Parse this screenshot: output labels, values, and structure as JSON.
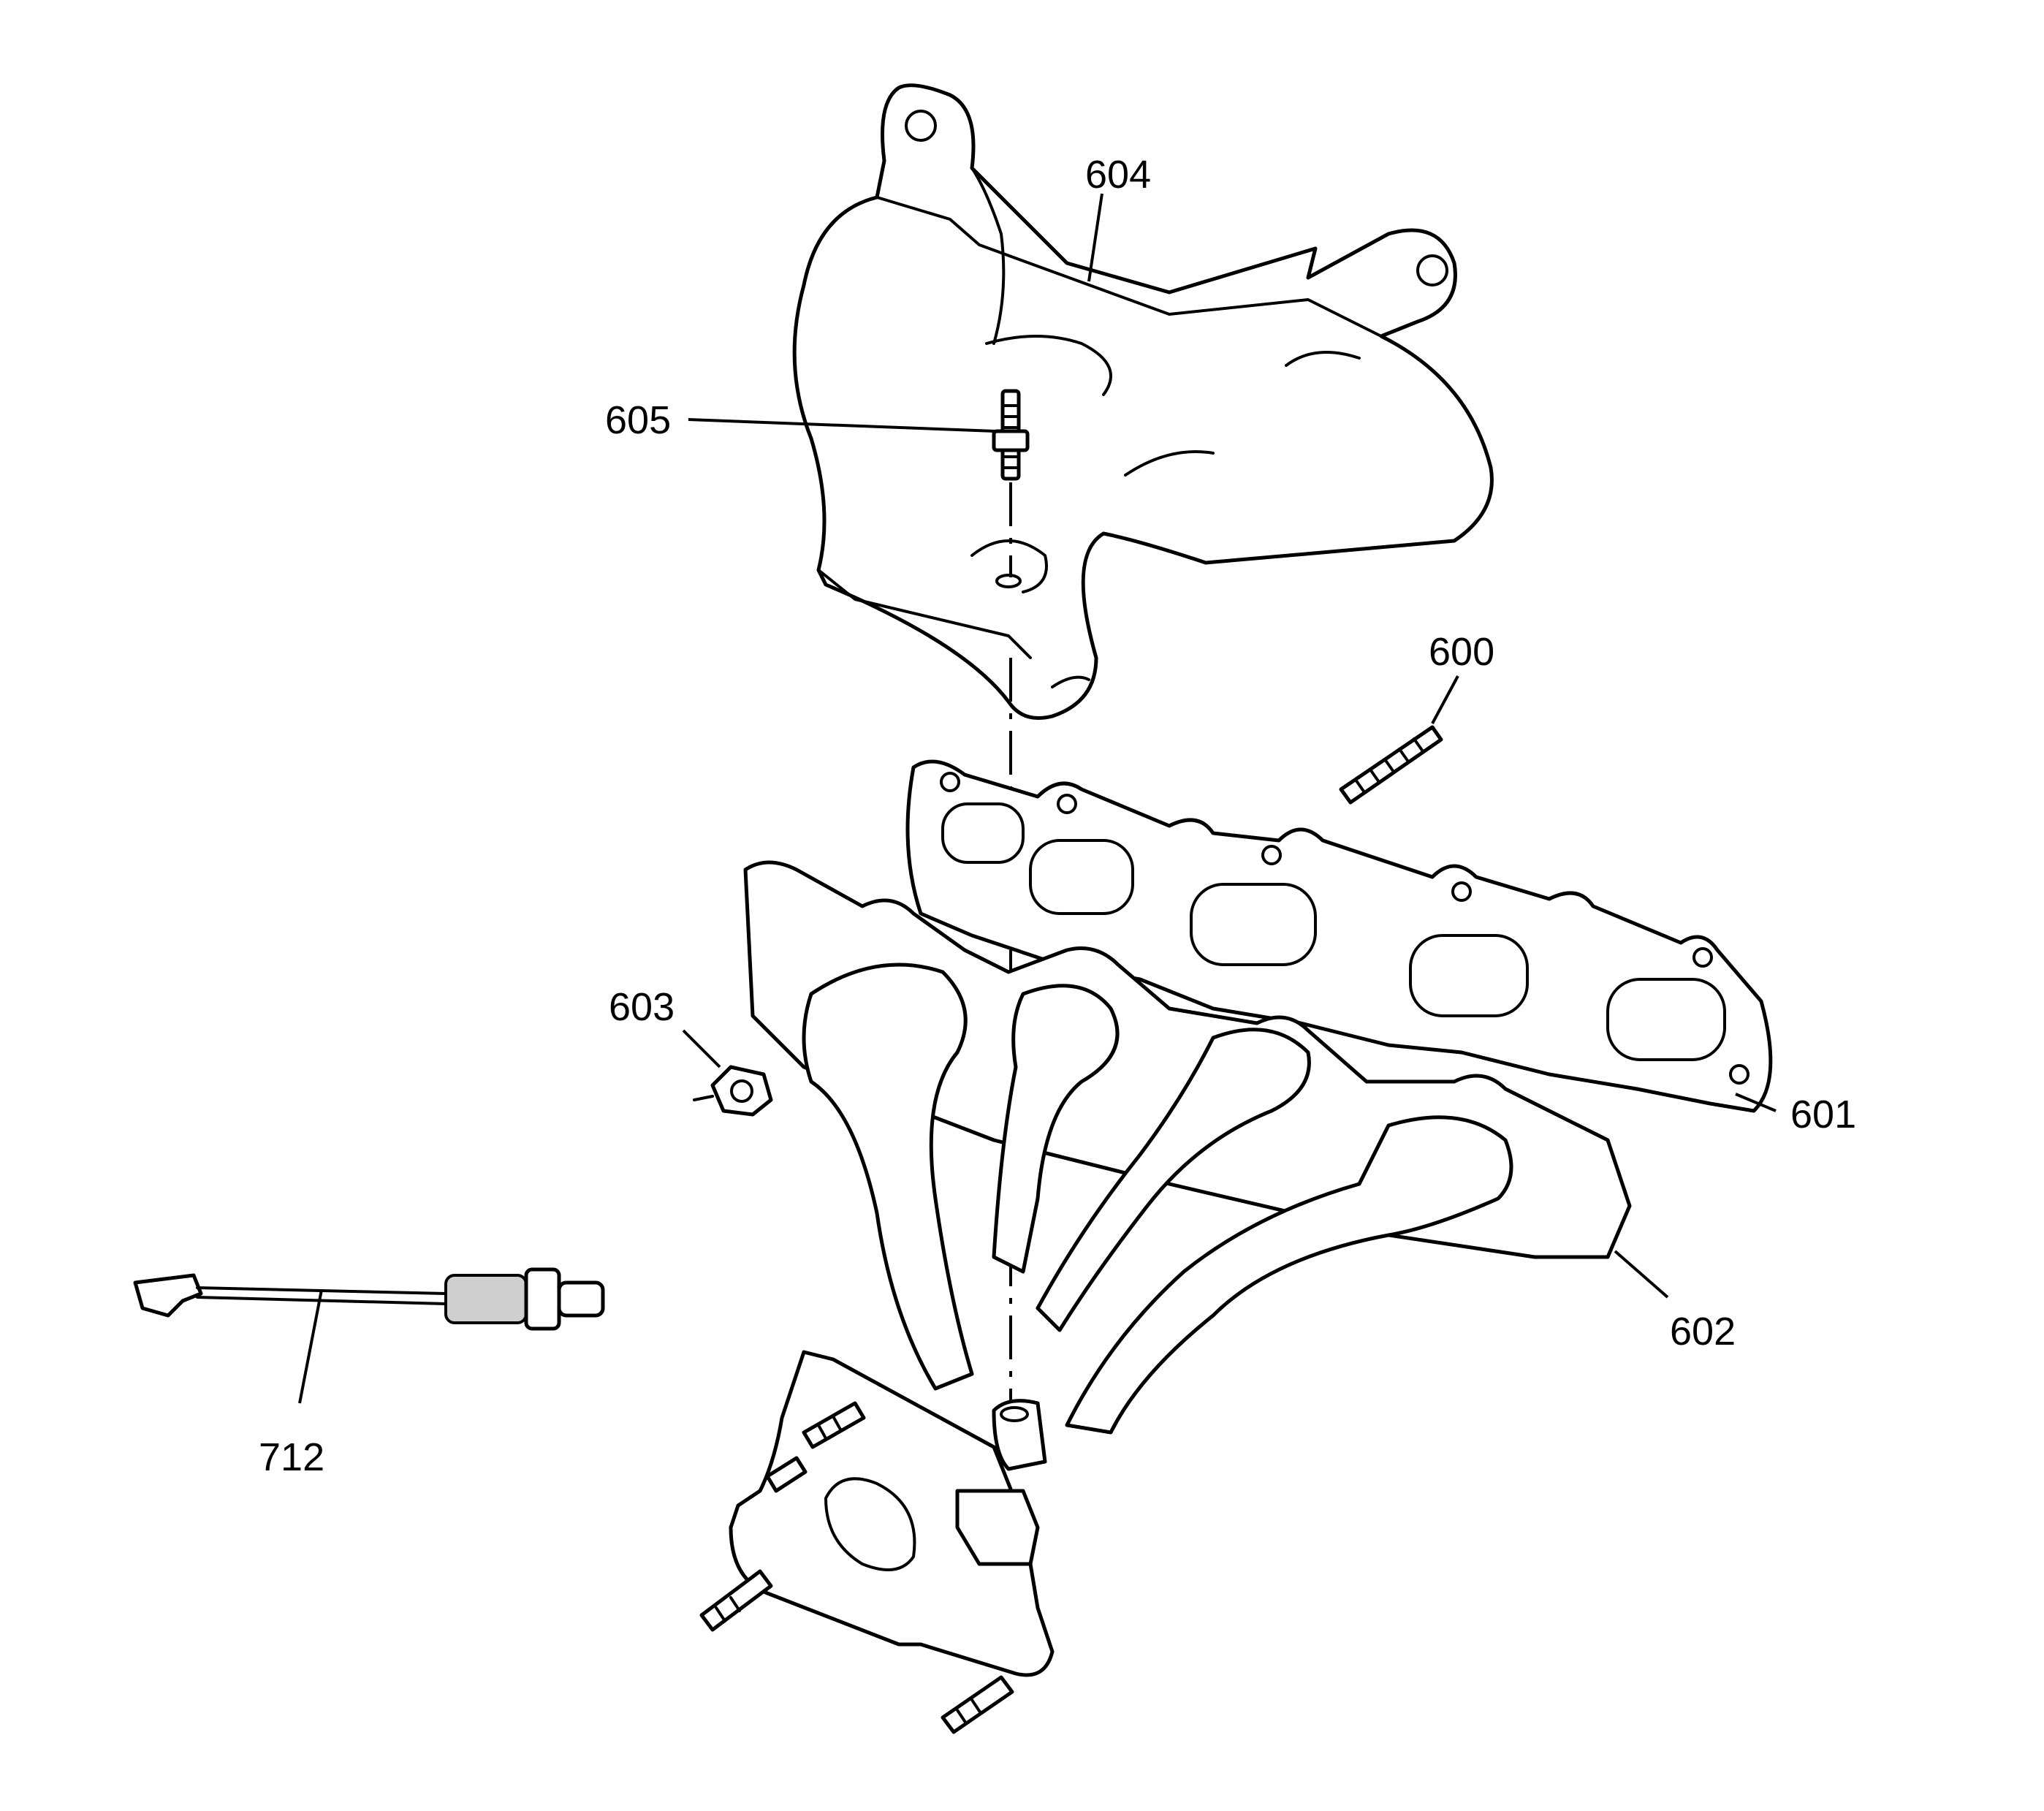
{
  "callouts": {
    "c600": "600",
    "c601": "601",
    "c602": "602",
    "c603": "603",
    "c604": "604",
    "c605": "605",
    "c712": "712"
  },
  "colors": {
    "line": "#000000",
    "background": "#ffffff",
    "shade": "#cfcfcf"
  }
}
